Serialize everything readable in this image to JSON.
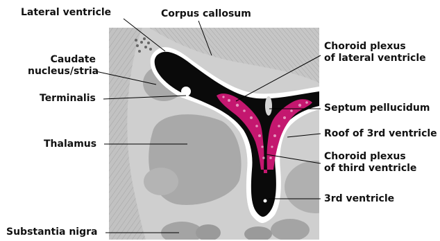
{
  "labels": {
    "lateral_ventricle": "Lateral ventricle",
    "corpus_callosum": "Corpus callosum",
    "caudate_line1": "Caudate",
    "caudate_line2": "nucleus/stria",
    "terminalis": "Terminalis",
    "thalamus": "Thalamus",
    "substantia_nigra": "Substantia nigra",
    "choroid_lateral_line1": "Choroid plexus",
    "choroid_lateral_line2": "of lateral ventricle",
    "septum": "Septum pellucidum",
    "roof_third": "Roof of 3rd ventricle",
    "choroid_third_line1": "Choroid plexus",
    "choroid_third_line2": "of third ventricle",
    "third_ventricle": "3rd ventricle"
  },
  "colors": {
    "tissue_light": "#cfcfcf",
    "tissue_mid": "#a9a9a9",
    "tissue_dark": "#8e8e8e",
    "ventricle": "#0a0a0a",
    "choroid_plexus": "#c4176f",
    "label_text": "#111111"
  }
}
